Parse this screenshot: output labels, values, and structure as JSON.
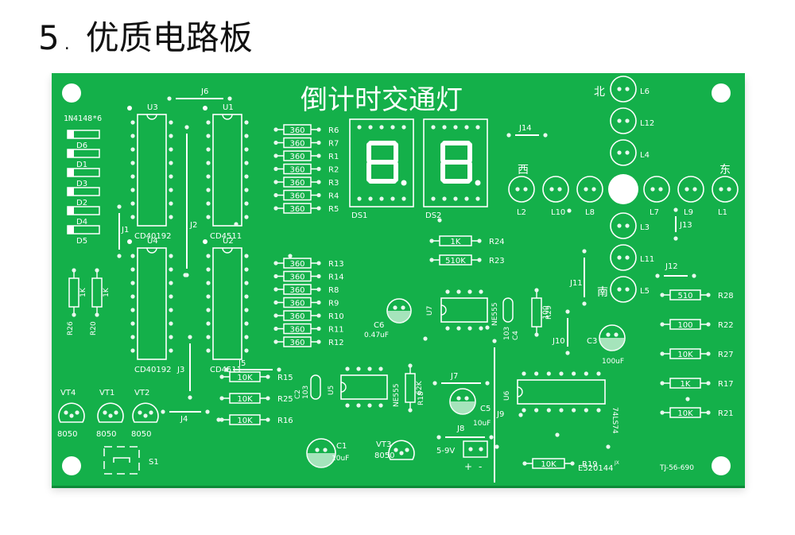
{
  "heading": {
    "number": "5",
    "text": "优质电路板"
  },
  "board": {
    "title": "倒计时交通灯",
    "colors": {
      "board": "#14b04a",
      "silk": "#ffffff",
      "dark": "#0d8a38",
      "hole": "#e8f8ee"
    },
    "diode_header": "1N4148*6",
    "diodes": [
      "D6",
      "D1",
      "D3",
      "D2",
      "D4",
      "D5"
    ],
    "ics": [
      {
        "ref": "U3",
        "part": "CD40192"
      },
      {
        "ref": "U1",
        "part": "CD4511"
      },
      {
        "ref": "U4",
        "part": "CD40192"
      },
      {
        "ref": "U2",
        "part": "CD4511"
      }
    ],
    "resistors_top": [
      {
        "value": "360",
        "ref": "R6"
      },
      {
        "value": "360",
        "ref": "R7"
      },
      {
        "value": "360",
        "ref": "R1"
      },
      {
        "value": "360",
        "ref": "R2"
      },
      {
        "value": "360",
        "ref": "R3"
      },
      {
        "value": "360",
        "ref": "R4"
      },
      {
        "value": "360",
        "ref": "R5"
      }
    ],
    "resistors_mid": [
      {
        "value": "360",
        "ref": "R13"
      },
      {
        "value": "360",
        "ref": "R14"
      },
      {
        "value": "360",
        "ref": "R8"
      },
      {
        "value": "360",
        "ref": "R9"
      },
      {
        "value": "360",
        "ref": "R10"
      },
      {
        "value": "360",
        "ref": "R11"
      },
      {
        "value": "360",
        "ref": "R12"
      }
    ],
    "resistors_right": [
      {
        "value": "510",
        "ref": "R28"
      },
      {
        "value": "100",
        "ref": "R22"
      },
      {
        "value": "10K",
        "ref": "R27"
      },
      {
        "value": "1K",
        "ref": "R17"
      },
      {
        "value": "10K",
        "ref": "R21"
      }
    ],
    "resistors_bottom": [
      {
        "value": "10K",
        "ref": "R15"
      },
      {
        "value": "10K",
        "ref": "R25"
      },
      {
        "value": "10K",
        "ref": "R16"
      }
    ],
    "r24": {
      "value": "1K",
      "ref": "R24"
    },
    "r23": {
      "value": "510K",
      "ref": "R23"
    },
    "r29": {
      "value": "100",
      "ref": "R29"
    },
    "r18": {
      "value": "62K",
      "ref": "R18"
    },
    "r19": {
      "value": "10K",
      "ref": "R19"
    },
    "r26": {
      "value": "1K",
      "ref": "R26"
    },
    "r20": {
      "value": "1K",
      "ref": "R20"
    },
    "displays": [
      "DS1",
      "DS2"
    ],
    "directions": {
      "north": "北",
      "south": "南",
      "west": "西",
      "east": "东"
    },
    "leds_north": [
      "L6",
      "L12",
      "L4"
    ],
    "leds_west": [
      "L2",
      "L10",
      "L8"
    ],
    "leds_east": [
      "L7",
      "L9",
      "L1"
    ],
    "leds_south": [
      "L3",
      "L11",
      "L5"
    ],
    "jumpers": [
      "J6",
      "J14",
      "J1",
      "J2",
      "J13",
      "J12",
      "J11",
      "J10",
      "J3",
      "J4",
      "J5",
      "J7",
      "J8",
      "J9"
    ],
    "transistors": [
      {
        "ref": "VT4",
        "part": "8050"
      },
      {
        "ref": "VT1",
        "part": "8050"
      },
      {
        "ref": "VT2",
        "part": "8050"
      },
      {
        "ref": "VT3",
        "part": "8050"
      }
    ],
    "switch": "S1",
    "caps": {
      "c6": {
        "ref": "C6",
        "value": "0.47uF"
      },
      "c3": {
        "ref": "C3",
        "value": "100uF"
      },
      "c5": {
        "ref": "C5",
        "value": "10uF"
      },
      "c1": {
        "ref": "C1",
        "value": "10uF"
      },
      "c4": {
        "ref": "C4",
        "value": "103"
      },
      "c2": {
        "ref": "C2",
        "value": "103"
      }
    },
    "u7": {
      "ref": "U7",
      "part": "NE555"
    },
    "u5": {
      "ref": "U5",
      "part": "NE555"
    },
    "u6": {
      "ref": "U6",
      "part": "74LS74"
    },
    "power": {
      "label": "5-9V",
      "plus": "+",
      "minus": "-"
    },
    "cert": "E520144",
    "cert_sup": "JX",
    "board_id": "TJ-56-690"
  }
}
